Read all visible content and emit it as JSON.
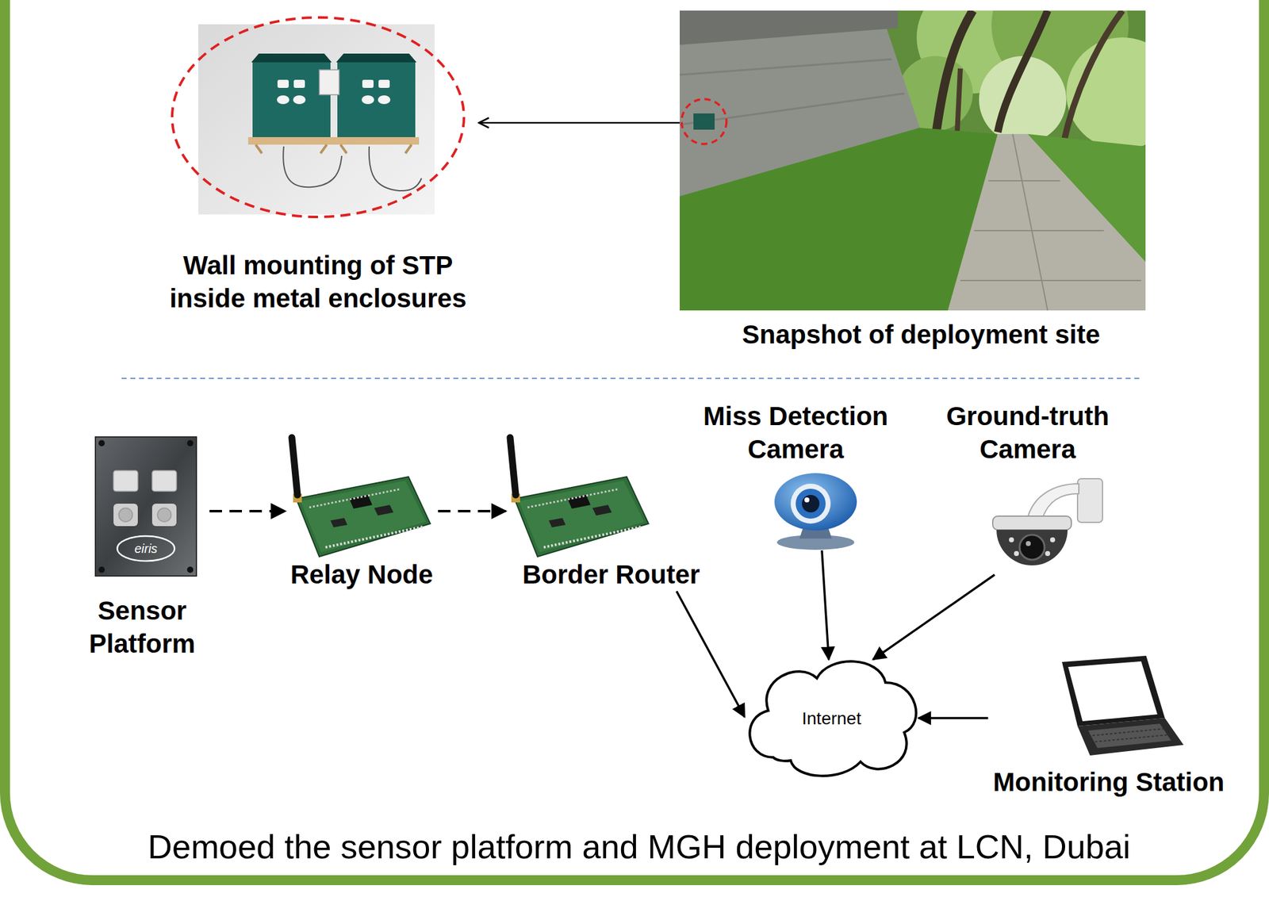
{
  "diagram": {
    "caption": "Demoed the sensor platform and MGH deployment at LCN, Dubai",
    "nodes": [
      {
        "text": [
          "Wall mounting of STP inside metal enclosures"
        ]
      },
      {
        "text": [
          "Snapshot of deployment site"
        ]
      },
      {
        "text": [
          "Sensor Platform"
        ]
      },
      {
        "text": [
          "Relay Node"
        ]
      },
      {
        "text": [
          "Border Router"
        ]
      },
      {
        "text": [
          "Miss Detection Camera"
        ]
      },
      {
        "text": [
          "Ground-truth Camera"
        ]
      },
      {
        "text": [
          "Internet"
        ]
      },
      {
        "text": [
          "Monitoring Station"
        ]
      }
    ],
    "edges": [
      {
        "from": 1,
        "to": 0,
        "arrow": "to"
      },
      {
        "from": 2,
        "to": 3,
        "arrow": "to"
      },
      {
        "from": 3,
        "to": 4,
        "arrow": "to"
      },
      {
        "from": 4,
        "to": 7,
        "arrow": "to"
      },
      {
        "from": 5,
        "to": 7,
        "arrow": "to"
      },
      {
        "from": 6,
        "to": 7,
        "arrow": "to"
      },
      {
        "from": 8,
        "to": 7,
        "arrow": "to"
      }
    ],
    "labels": [
      "eiris"
    ]
  }
}
